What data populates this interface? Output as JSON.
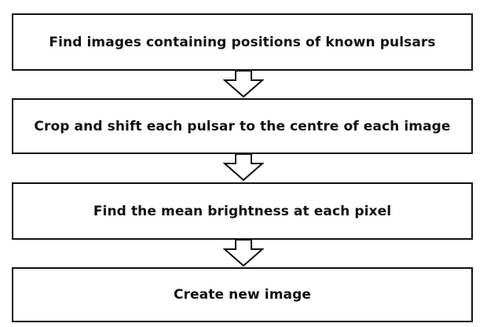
{
  "flowchart": {
    "steps": [
      {
        "label": "Find images containing positions of known pulsars"
      },
      {
        "label": "Crop and shift each pulsar to the centre of each image"
      },
      {
        "label": "Find the mean brightness at each pixel"
      },
      {
        "label": "Create new image"
      }
    ],
    "colors": {
      "stroke": "#111111",
      "fill": "#ffffff",
      "text": "#111111"
    }
  }
}
